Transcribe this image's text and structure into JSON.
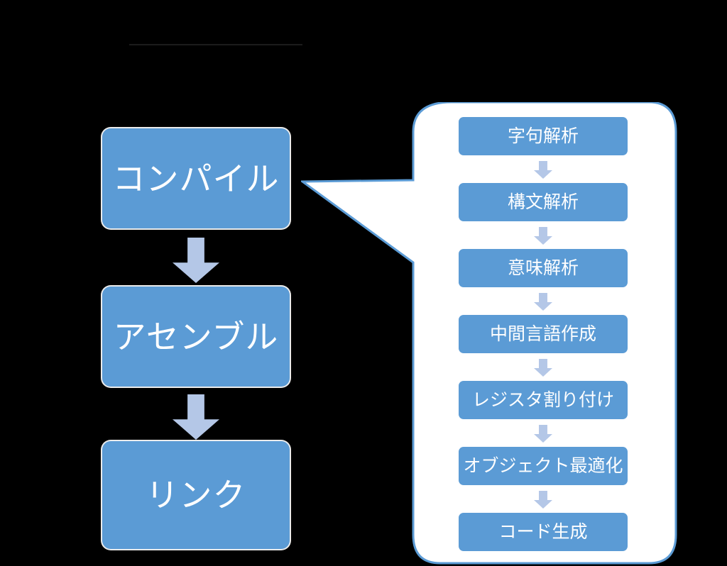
{
  "slide": {
    "title_rule_visible": true,
    "background_color": "#000000",
    "accent_color": "#5B9BD5",
    "arrow_color": "#B4C7E7",
    "text_color": "#FFFFFF",
    "callout_fill": "#FFFFFF",
    "callout_border": "#5B9BD5"
  },
  "main_flow": {
    "steps": [
      {
        "id": "compile",
        "label": "コンパイル"
      },
      {
        "id": "assemble",
        "label": "アセンブル"
      },
      {
        "id": "link",
        "label": "リンク"
      }
    ],
    "connectors": [
      {
        "id": "compile-to-assemble",
        "icon": "down-arrow-icon"
      },
      {
        "id": "assemble-to-link",
        "icon": "down-arrow-icon"
      }
    ]
  },
  "callout": {
    "points_to": "compile",
    "steps": [
      {
        "id": "lexical-analysis",
        "label": "字句解析"
      },
      {
        "id": "syntax-analysis",
        "label": "構文解析"
      },
      {
        "id": "semantic-analysis",
        "label": "意味解析"
      },
      {
        "id": "intermediate-code",
        "label": "中間言語作成"
      },
      {
        "id": "register-allocation",
        "label": "レジスタ割り付け"
      },
      {
        "id": "object-optimization",
        "label": "オブジェクト最適化"
      },
      {
        "id": "code-generation",
        "label": "コード生成"
      }
    ],
    "connectors": [
      {
        "id": "c1",
        "icon": "down-arrow-icon"
      },
      {
        "id": "c2",
        "icon": "down-arrow-icon"
      },
      {
        "id": "c3",
        "icon": "down-arrow-icon"
      },
      {
        "id": "c4",
        "icon": "down-arrow-icon"
      },
      {
        "id": "c5",
        "icon": "down-arrow-icon"
      },
      {
        "id": "c6",
        "icon": "down-arrow-icon"
      }
    ]
  }
}
